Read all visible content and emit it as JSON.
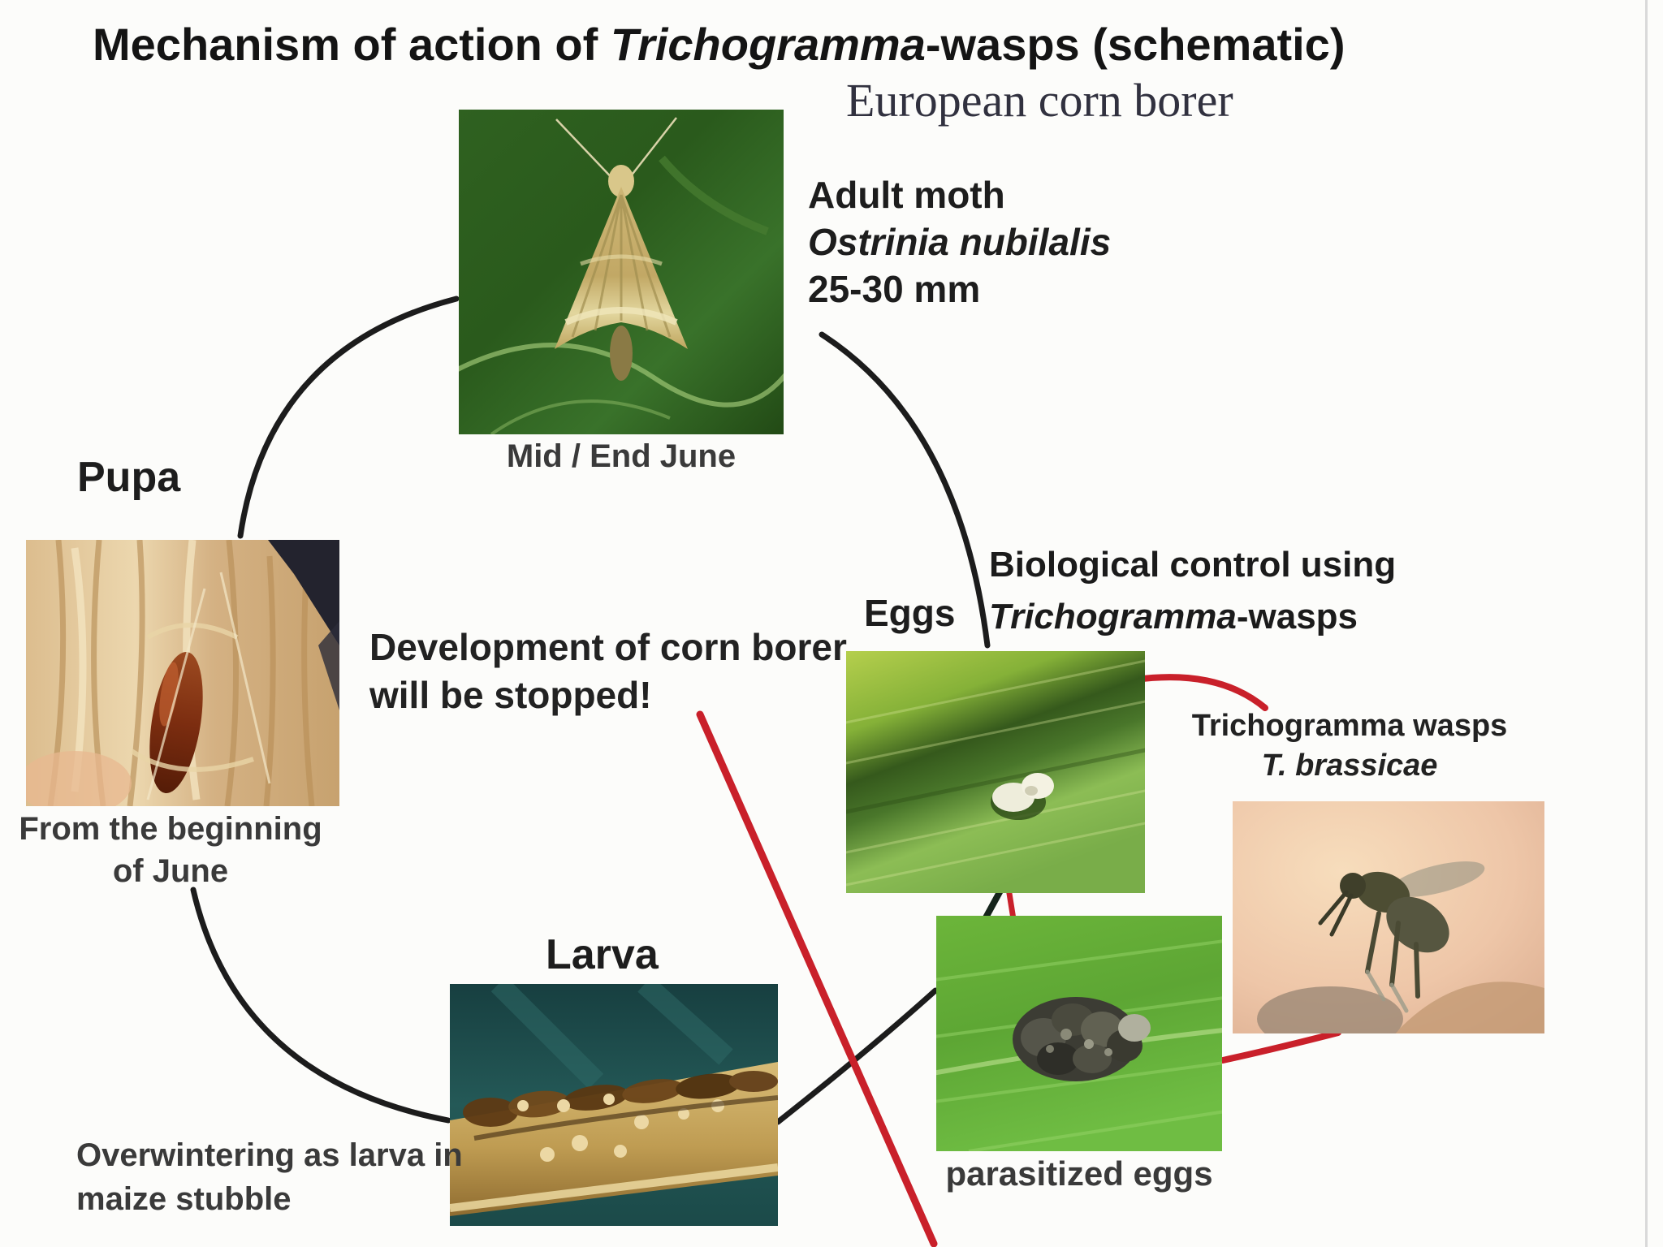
{
  "header": {
    "title_prefix": "Mechanism of action of ",
    "title_italic": "Trichogramma",
    "title_suffix": "-wasps (schematic)",
    "subtitle": "European corn borer"
  },
  "cycle": {
    "adult_moth": {
      "label": "Adult moth",
      "species": "Ostrinia nubilalis",
      "size": "25-30 mm",
      "caption": "Mid / End June"
    },
    "eggs": {
      "label": "Eggs"
    },
    "larva": {
      "label": "Larva",
      "caption_line1": "Overwintering as larva in",
      "caption_line2": "maize stubble"
    },
    "pupa": {
      "label": "Pupa",
      "caption_line1": "From the beginning",
      "caption_line2": "of June"
    }
  },
  "biocontrol": {
    "heading_line1": "Biological control using",
    "heading_line2_italic": "Trichogramma",
    "heading_line2_suffix": "-wasps",
    "wasp_label_line1": "Trichogramma wasps",
    "wasp_label_line2": "T. brassicae",
    "parasitized_caption": "parasitized eggs",
    "stopped_line1": "Development of corn borer",
    "stopped_line2": "will be stopped!"
  },
  "colors": {
    "cycle_arc": "#1c1c1c",
    "biocontrol_red": "#c9202a",
    "title_text": "#141414",
    "subtitle_text": "#31313f"
  }
}
